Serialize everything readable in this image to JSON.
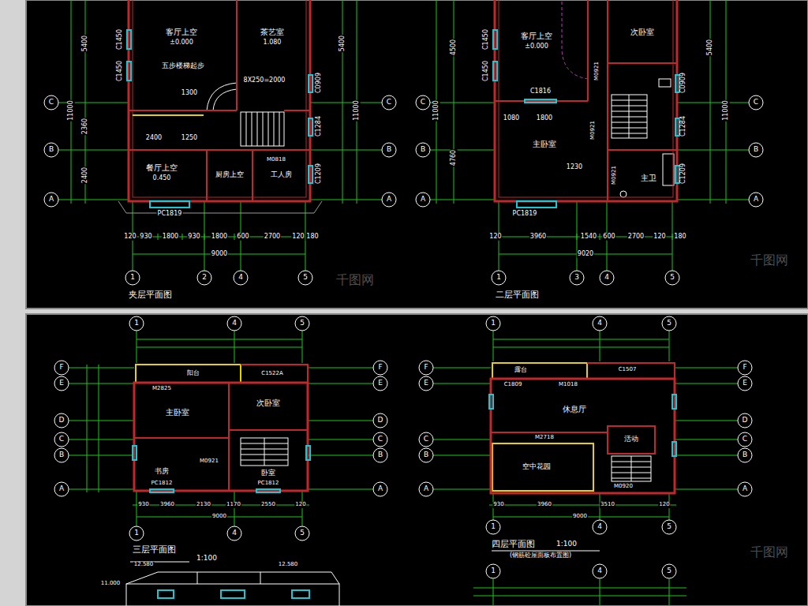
{
  "diagram": {
    "labels": [
      "客厅上空",
      "±0.000",
      "茶艺室",
      "1.080",
      "五步楼梯起步",
      "8X250=2000",
      "1300",
      "餐厅上空",
      "0.450",
      "厨房上空",
      "工人房",
      "PC1819",
      "M0818",
      "C1450",
      "C1450",
      "C0909",
      "C1284",
      "C1209",
      "5400",
      "11000",
      "2360",
      "2400",
      "2400",
      "1250",
      "120",
      "930",
      "1800",
      "930",
      "1800",
      "600",
      "2700",
      "120",
      "180",
      "9000",
      "1",
      "2",
      "4",
      "5",
      "A",
      "B",
      "C",
      "A",
      "B",
      "C",
      "夹层平面图",
      "11000",
      "5400",
      "客厅上空",
      "±0.000",
      "次卧室",
      "M0921",
      "C1816",
      "主卧室",
      "1080",
      "1800",
      "1230",
      "M0921",
      "主卫",
      "M0921",
      "PC1819",
      "C1450",
      "C1450",
      "C0909",
      "C1284",
      "C1209",
      "4500",
      "11000",
      "4760",
      "120",
      "3960",
      "1540",
      "600",
      "2700",
      "120",
      "180",
      "9020",
      "1",
      "3",
      "4",
      "5",
      "A",
      "B",
      "C",
      "A",
      "B",
      "C",
      "二层平面图",
      "5400",
      "11000",
      "1",
      "4",
      "5",
      "F",
      "E",
      "D",
      "C",
      "B",
      "A",
      "阳台",
      "C1522A",
      "M2825",
      "主卧室",
      "次卧室",
      "M0921",
      "书房",
      "卧室",
      "PC1812",
      "PC1812",
      "三层平面图",
      "1:100",
      "1",
      "4",
      "5",
      "930",
      "3960",
      "2130",
      "1170",
      "2550",
      "120",
      "9000",
      "1",
      "4",
      "5",
      "F",
      "E",
      "C",
      "B",
      "A",
      "F",
      "E",
      "D",
      "C",
      "B",
      "A",
      "F",
      "E",
      "D",
      "C",
      "B",
      "A",
      "露台",
      "C1507",
      "C1809",
      "M1018",
      "休息厅",
      "M2718",
      "活动",
      "空中花园",
      "M0920",
      "四层平面图",
      "1:100",
      "(钢筋砼屋面板布置图)",
      "930",
      "3960",
      "3510",
      "120",
      "9000",
      "1",
      "4",
      "5",
      "12.580",
      "11.000",
      "12.580",
      "1",
      "4",
      "5",
      "千图网",
      "千图网",
      "千图网"
    ]
  }
}
